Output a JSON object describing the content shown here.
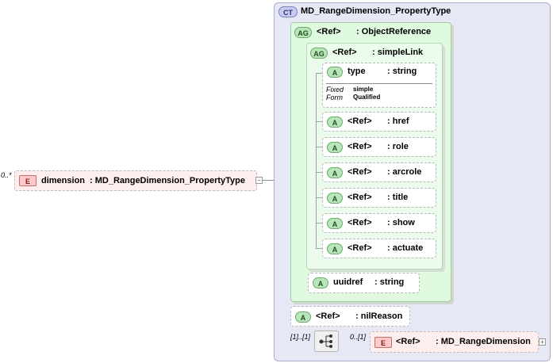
{
  "root": {
    "cardinality": "0..*",
    "badge": "E",
    "name": "dimension",
    "type": ": MD_RangeDimension_PropertyType",
    "toggle": "−"
  },
  "complex_type": {
    "badge": "CT",
    "name": "MD_RangeDimension_PropertyType"
  },
  "object_reference": {
    "badge": "AG",
    "ref": "<Ref>",
    "name": ": ObjectReference"
  },
  "simple_link": {
    "badge": "AG",
    "ref": "<Ref>",
    "name": ": simpleLink"
  },
  "type_attr": {
    "badge": "A",
    "name": "type",
    "type": ": string",
    "fixed_label": "Fixed",
    "fixed_value": "simple",
    "form_label": "Form",
    "form_value": "Qualified"
  },
  "link_attrs": [
    {
      "badge": "A",
      "ref": "<Ref>",
      "name": ": href"
    },
    {
      "badge": "A",
      "ref": "<Ref>",
      "name": ": role"
    },
    {
      "badge": "A",
      "ref": "<Ref>",
      "name": ": arcrole"
    },
    {
      "badge": "A",
      "ref": "<Ref>",
      "name": ": title"
    },
    {
      "badge": "A",
      "ref": "<Ref>",
      "name": ": show"
    },
    {
      "badge": "A",
      "ref": "<Ref>",
      "name": ": actuate"
    }
  ],
  "uuidref": {
    "badge": "A",
    "name": "uuidref",
    "type": ": string"
  },
  "nil_reason": {
    "badge": "A",
    "ref": "<Ref>",
    "name": ": nilReason"
  },
  "sequence": {
    "cardinality_left": "[1]..[1]",
    "cardinality_right": "0..[1]"
  },
  "range_dimension": {
    "badge": "E",
    "ref": "<Ref>",
    "name": ": MD_RangeDimension",
    "toggle": "+"
  },
  "colors": {
    "ct_bg": "#e6e8f6",
    "ag_bg": "#dffadf",
    "element_bg": "#ffeeee",
    "attr_badge": "#b9e6b9"
  }
}
